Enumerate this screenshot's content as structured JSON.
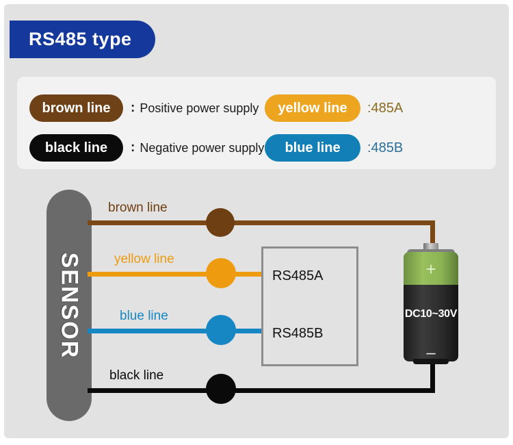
{
  "title": {
    "text": "RS485 type",
    "bg_color": "#14389b"
  },
  "legend": {
    "rows": [
      {
        "left_pill": "brown line",
        "left_pill_color": "#6e4117",
        "separator": ":",
        "left_desc": "Positive power supply",
        "right_pill": "yellow line",
        "right_pill_color": "#eda41f",
        "right_code": ":485A",
        "right_code_color": "#8a6a1e"
      },
      {
        "left_pill": "black line",
        "left_pill_color": "#0b0b0b",
        "separator": ":",
        "left_desc": "Negative power supply",
        "right_pill": "blue line",
        "right_pill_color": "#1280b6",
        "right_code": ":485B",
        "right_code_color": "#2b6f9a"
      }
    ]
  },
  "diagram": {
    "sensor_label": "SENSOR",
    "sensor_color": "#6b6a6b",
    "wires": [
      {
        "label": "brown line",
        "color": "#7b4715"
      },
      {
        "label": "yellow line",
        "color": "#ee9b10"
      },
      {
        "label": "blue line",
        "color": "#1787c4"
      },
      {
        "label": "black line",
        "color": "#0a0a0a"
      }
    ],
    "module": {
      "pin_a": "RS485A",
      "pin_b": "RS485B",
      "border_color": "#8d8d8d"
    },
    "battery": {
      "voltage_label": "DC10~30V",
      "positive_symbol": "+",
      "negative_symbol": "–",
      "top_color": "#8bb354",
      "body_color": "#2b2b2b"
    }
  }
}
